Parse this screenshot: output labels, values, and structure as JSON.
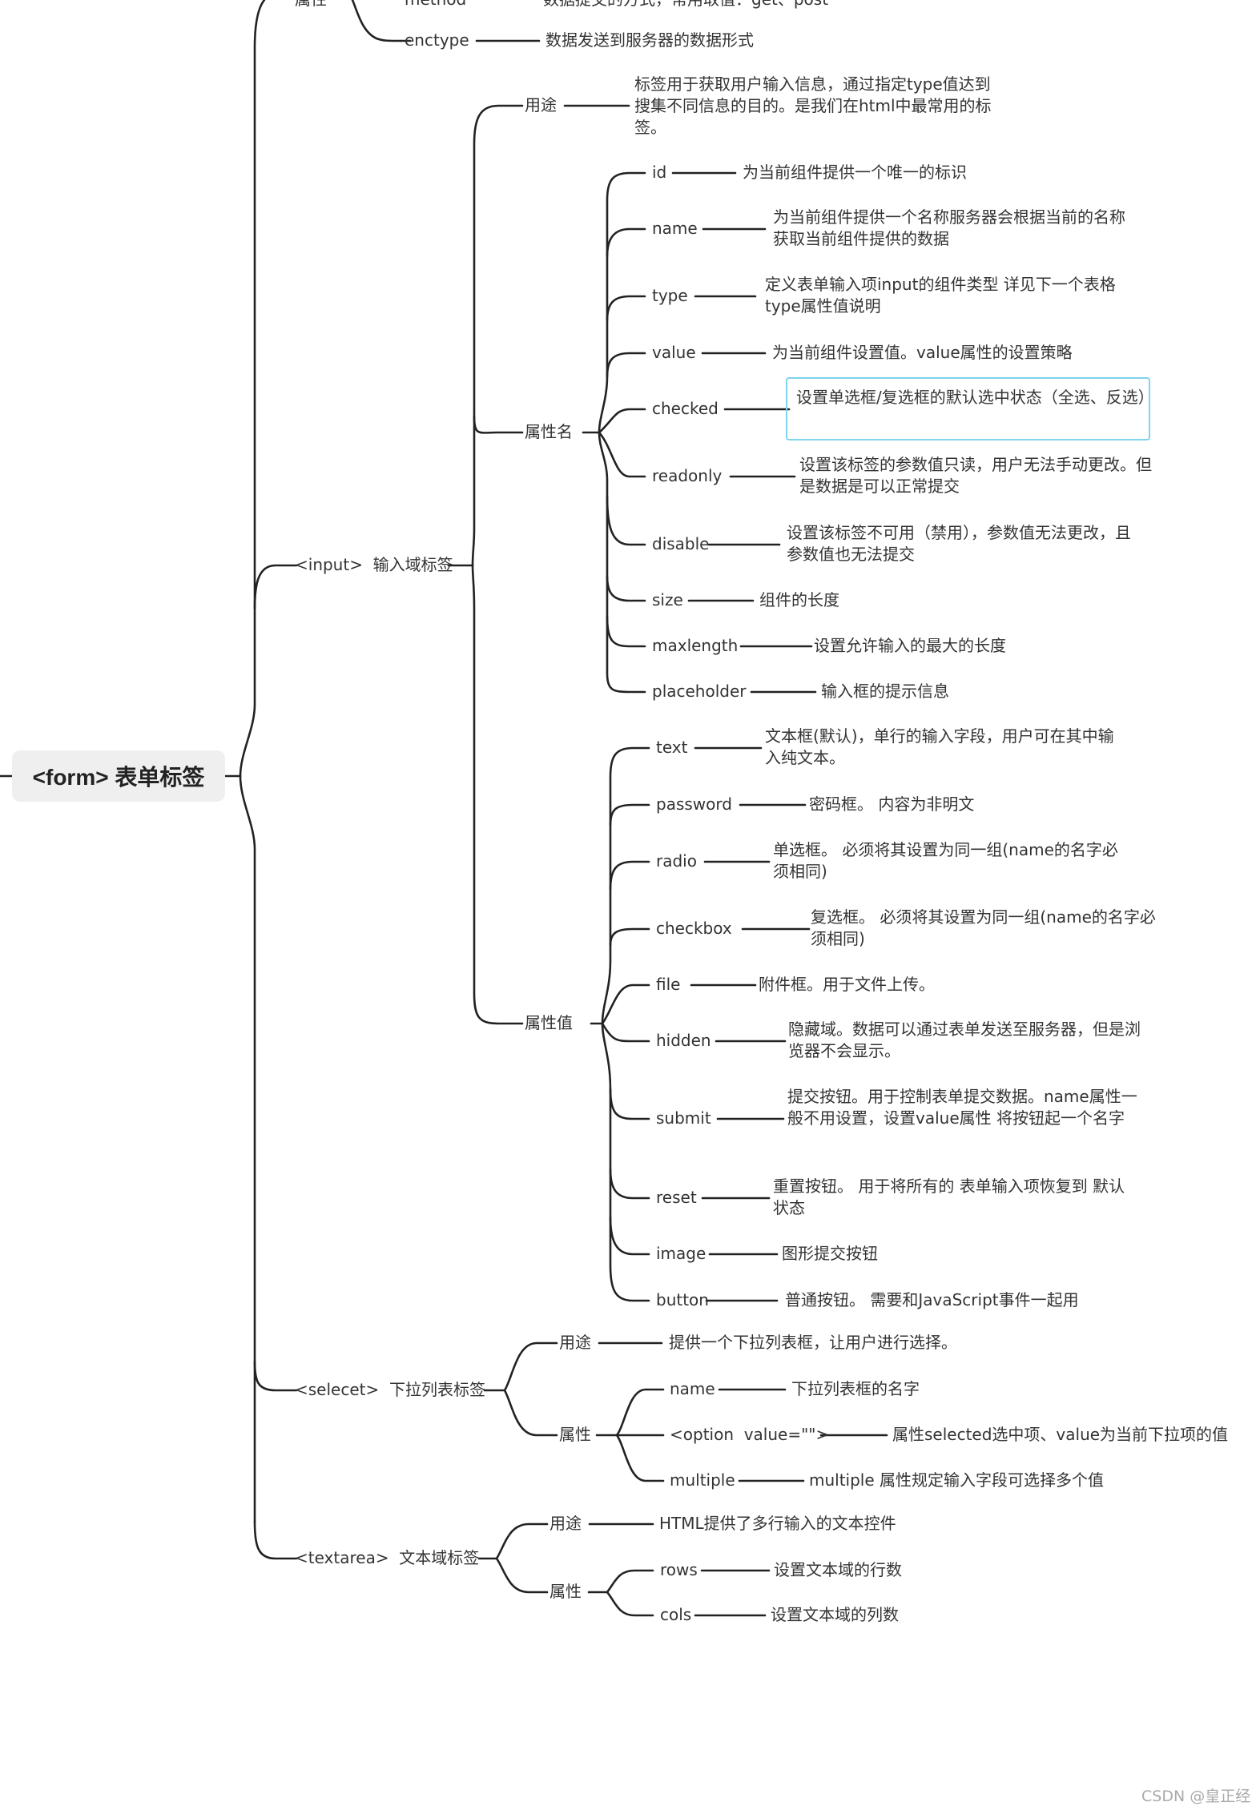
{
  "root": {
    "label": "<form> 表单标签"
  },
  "top_partial": {
    "attr_label": "属性",
    "method": {
      "label": "method",
      "desc": "数据提交的方式，常用取值：get、post"
    },
    "enctype": {
      "label": "enctype",
      "desc": "数据发送到服务器的数据形式"
    }
  },
  "input": {
    "label": "<input>  输入域标签",
    "usage": {
      "label": "用途",
      "desc": "标签用于获取用户输入信息，通过指定type值达到搜集不同信息的目的。是我们在html中最常用的标签。"
    },
    "attr_names": {
      "label": "属性名",
      "items": [
        {
          "name": "id",
          "desc": "为当前组件提供一个唯一的标识"
        },
        {
          "name": "name",
          "desc": "为当前组件提供一个名称服务器会根据当前的名称获取当前组件提供的数据"
        },
        {
          "name": "type",
          "desc": "定义表单输入项input的组件类型 详见下一个表格type属性值说明"
        },
        {
          "name": "value",
          "desc": "为当前组件设置值。value属性的设置策略"
        },
        {
          "name": "checked",
          "desc": "设置单选框/复选框的默认选中状态（全选、反选）"
        },
        {
          "name": "readonly",
          "desc": "设置该标签的参数值只读，用户无法手动更改。但是数据是可以正常提交"
        },
        {
          "name": "disable",
          "desc": "设置该标签不可用（禁用），参数值无法更改，且参数值也无法提交"
        },
        {
          "name": "size",
          "desc": "组件的长度"
        },
        {
          "name": "maxlength",
          "desc": "设置允许输入的最大的长度"
        },
        {
          "name": "placeholder",
          "desc": "输入框的提示信息"
        }
      ]
    },
    "attr_values": {
      "label": "属性值",
      "items": [
        {
          "name": "text",
          "desc": "文本框(默认)，单行的输入字段，用户可在其中输入纯文本。"
        },
        {
          "name": "password",
          "desc": "密码框。 内容为非明文"
        },
        {
          "name": "radio",
          "desc": "单选框。 必须将其设置为同一组(name的名字必须相同)"
        },
        {
          "name": "checkbox",
          "desc": "复选框。 必须将其设置为同一组(name的名字必须相同)"
        },
        {
          "name": "file",
          "desc": "附件框。用于文件上传。"
        },
        {
          "name": "hidden",
          "desc": "隐藏域。数据可以通过表单发送至服务器，但是浏览器不会显示。"
        },
        {
          "name": "submit",
          "desc": "提交按钮。用于控制表单提交数据。name属性一般不用设置，设置value属性 将按钮起一个名字"
        },
        {
          "name": "reset",
          "desc": "重置按钮。 用于将所有的 表单输入项恢复到 默认状态"
        },
        {
          "name": "image",
          "desc": "图形提交按钮"
        },
        {
          "name": "button",
          "desc": "普通按钮。 需要和JavaScript事件一起用"
        }
      ]
    }
  },
  "select": {
    "label": "<selecet>  下拉列表标签",
    "usage": {
      "label": "用途",
      "desc": "提供一个下拉列表框，让用户进行选择。"
    },
    "attrs": {
      "label": "属性",
      "items": [
        {
          "name": "name",
          "desc": "下拉列表框的名字"
        },
        {
          "name": "<option  value=\"\">",
          "desc": "属性selected选中项、value为当前下拉项的值"
        },
        {
          "name": "multiple",
          "desc": "multiple 属性规定输入字段可选择多个值"
        }
      ]
    }
  },
  "textarea": {
    "label": "<textarea>  文本域标签",
    "usage": {
      "label": "用途",
      "desc": "HTML提供了多行输入的文本控件"
    },
    "attrs": {
      "label": "属性",
      "items": [
        {
          "name": "rows",
          "desc": "设置文本域的行数"
        },
        {
          "name": "cols",
          "desc": "设置文本域的列数"
        }
      ]
    }
  },
  "watermark": "CSDN @皇正经"
}
